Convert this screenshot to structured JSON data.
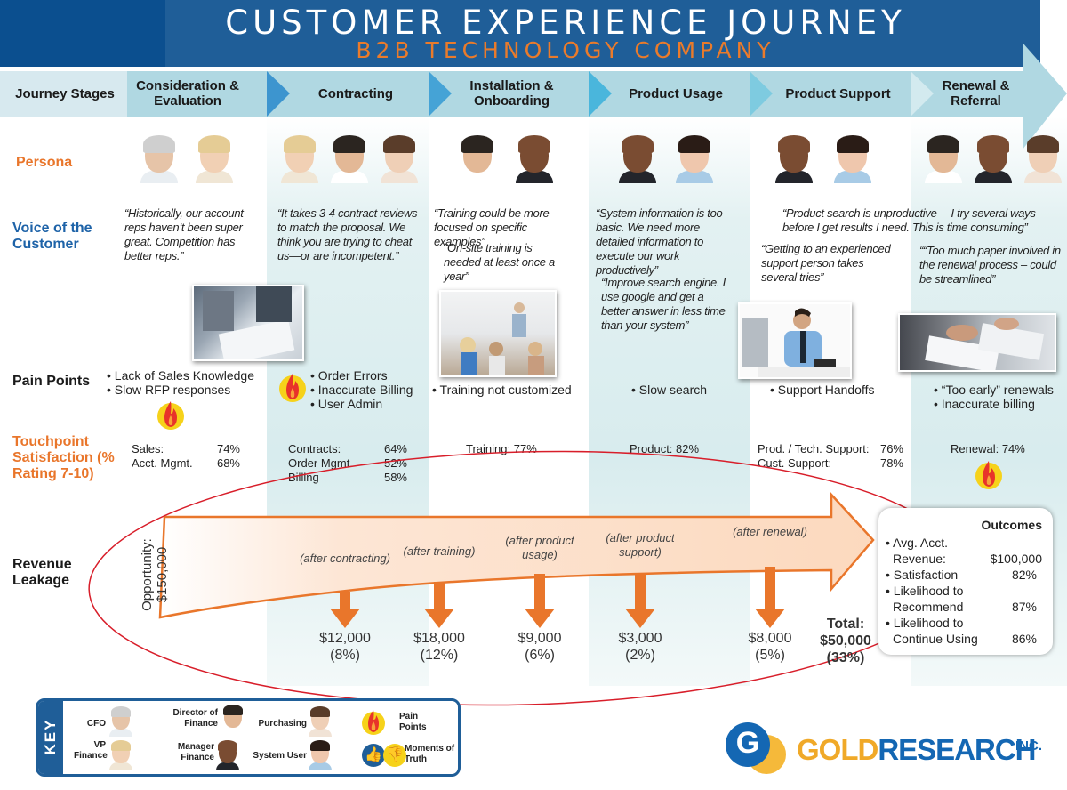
{
  "header": {
    "title": "CUSTOMER EXPERIENCE JOURNEY",
    "subtitle": "B2B TECHNOLOGY COMPANY"
  },
  "colors": {
    "title_bg": "#1f5e98",
    "accent_orange": "#e9762b",
    "voice_blue": "#1e63a8",
    "stage_bg": "#b0d8e2",
    "highlight_red": "#d81e2a"
  },
  "stages": {
    "row_label": "Journey Stages",
    "items": [
      {
        "label": "Consideration & Evaluation"
      },
      {
        "label": "Contracting"
      },
      {
        "label": "Installation & Onboarding"
      },
      {
        "label": "Product Usage"
      },
      {
        "label": "Product Support"
      },
      {
        "label": "Renewal & Referral"
      }
    ]
  },
  "rows": {
    "persona": "Persona",
    "voice": "Voice of the Customer",
    "pain": "Pain Points",
    "touchpoint": "Touchpoint Satisfaction (% Rating 7-10)",
    "revenue": "Revenue Leakage"
  },
  "personas": [
    [
      "CFO",
      "VP Finance"
    ],
    [
      "VP Finance",
      "Director of Finance",
      "Purchasing"
    ],
    [
      "Director of Finance",
      "Manager Finance"
    ],
    [
      "Manager Finance",
      "System User"
    ],
    [
      "Manager Finance",
      "System User"
    ],
    [
      "Director of Finance",
      "Manager Finance",
      "Purchasing"
    ]
  ],
  "quotes": {
    "q1": "“Historically, our account reps haven’t been super great. Competition has better reps.”",
    "q2": "“It takes 3-4 contract reviews to match the proposal. We think you are trying to cheat us—or are incompetent.”",
    "q3a": "“Training could be more focused on specific examples”",
    "q3b": "“On-site training is needed at least once a year”",
    "q4a": "“System information is too basic. We need more detailed information to execute our work productively”",
    "q4b": "“Improve search engine. I use google and get a better answer in less time than your system”",
    "q5a": "“Product search is unproductive— I try several ways before I get results I need. This is time consuming”",
    "q5b": "“Getting to an experienced support person takes several tries”",
    "q6": "““Too much paper involved  in the renewal process – could be streamlined”"
  },
  "pain_points": [
    [
      "• Lack of Sales Knowledge",
      "• Slow RFP responses"
    ],
    [
      "• Order Errors",
      "• Inaccurate Billing",
      "• User Admin"
    ],
    [
      "• Training not customized"
    ],
    [
      "• Slow search"
    ],
    [
      "• Support Handoffs"
    ],
    [
      "• “Too early” renewals",
      "• Inaccurate billing"
    ]
  ],
  "touchpoints": [
    [
      {
        "name": "Sales:",
        "value": "74%"
      },
      {
        "name": "Acct. Mgmt.",
        "value": "68%"
      }
    ],
    [
      {
        "name": "Contracts:",
        "value": "64%"
      },
      {
        "name": "Order Mgmt.",
        "value": "52%"
      },
      {
        "name": "Billing",
        "value": "58%"
      }
    ],
    [
      {
        "name": "Training:",
        "value": "77%"
      }
    ],
    [
      {
        "name": "Product:",
        "value": "82%"
      }
    ],
    [
      {
        "name": "Prod. / Tech. Support:",
        "value": "76%"
      },
      {
        "name": "Cust. Support:",
        "value": "78%"
      }
    ],
    [
      {
        "name": "Renewal:",
        "value": "74%"
      }
    ]
  ],
  "revenue": {
    "opportunity_label": "Opportunity:",
    "opportunity_value": "$150,000",
    "leaks": [
      {
        "label": "(after contracting)",
        "amount": "$12,000",
        "pct": "(8%)"
      },
      {
        "label": "(after training)",
        "amount": "$18,000",
        "pct": "(12%)"
      },
      {
        "label": "(after product usage)",
        "amount": "$9,000",
        "pct": "(6%)"
      },
      {
        "label": "(after product support)",
        "amount": "$3,000",
        "pct": "(2%)"
      },
      {
        "label": "(after renewal)",
        "amount": "$8,000",
        "pct": "(5%)"
      }
    ],
    "total_label": "Total:",
    "total_amount": "$50,000",
    "total_pct": "(33%)"
  },
  "outcomes": {
    "title": "Outcomes",
    "items": [
      {
        "l1": "• Avg. Acct.",
        "l2": "Revenue:",
        "value": "$100,000"
      },
      {
        "l1": "• Satisfaction",
        "l2": "",
        "value": "82%"
      },
      {
        "l1": "• Likelihood to",
        "l2": "Recommend",
        "value": "87%"
      },
      {
        "l1": "• Likelihood to",
        "l2": "Continue Using",
        "value": "86%"
      }
    ]
  },
  "key": {
    "title": "KEY",
    "items": {
      "cfo": "CFO",
      "vp_finance": "VP Finance",
      "director_finance": "Director of Finance",
      "manager_finance": "Manager Finance",
      "purchasing": "Purchasing",
      "system_user": "System User",
      "pain_points": "Pain Points",
      "moments_of_truth": "Moments of Truth"
    }
  },
  "logo": {
    "gold": "GOLD",
    "research": "RESEARCH",
    "inc": "INC."
  }
}
